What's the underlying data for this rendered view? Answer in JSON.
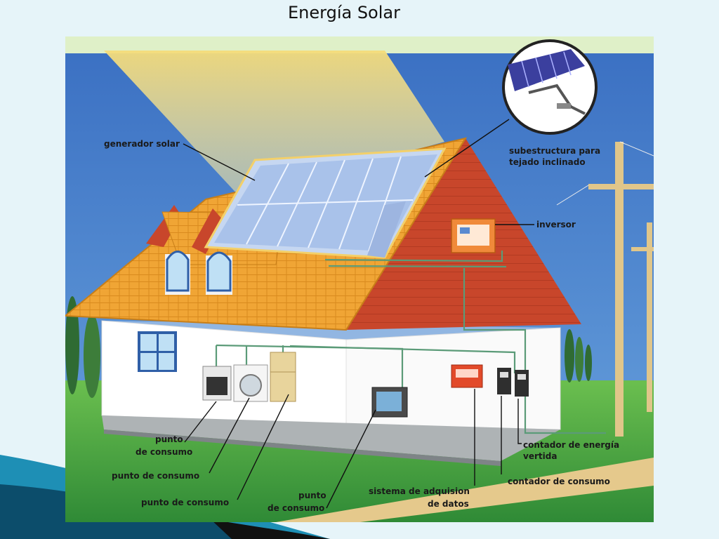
{
  "slide": {
    "title": "Energía Solar"
  },
  "labels": {
    "generador": "generador solar",
    "subestructura_1": "subestructura para",
    "subestructura_2": "tejado inclinado",
    "inversor": "inversor",
    "punto_1a": "punto",
    "punto_1b": "de consumo",
    "punto_2": "punto de consumo",
    "punto_3": "punto de consumo",
    "punto_4a": "punto",
    "punto_4b": "de consumo",
    "sistema_1": "sistema de adquision",
    "sistema_2": "de datos",
    "contador_energia_1": "contador de energía",
    "contador_energia_2": "vertida",
    "contador_consumo": "contador de consumo"
  },
  "colors": {
    "sky": "#3e78c8",
    "roof_tile": "#f2a93a",
    "roof_red": "#c9452a",
    "grass": "#3f9a3d",
    "panel": "#9db8e6",
    "wall": "#ffffff",
    "wire": "#5b9b78"
  }
}
